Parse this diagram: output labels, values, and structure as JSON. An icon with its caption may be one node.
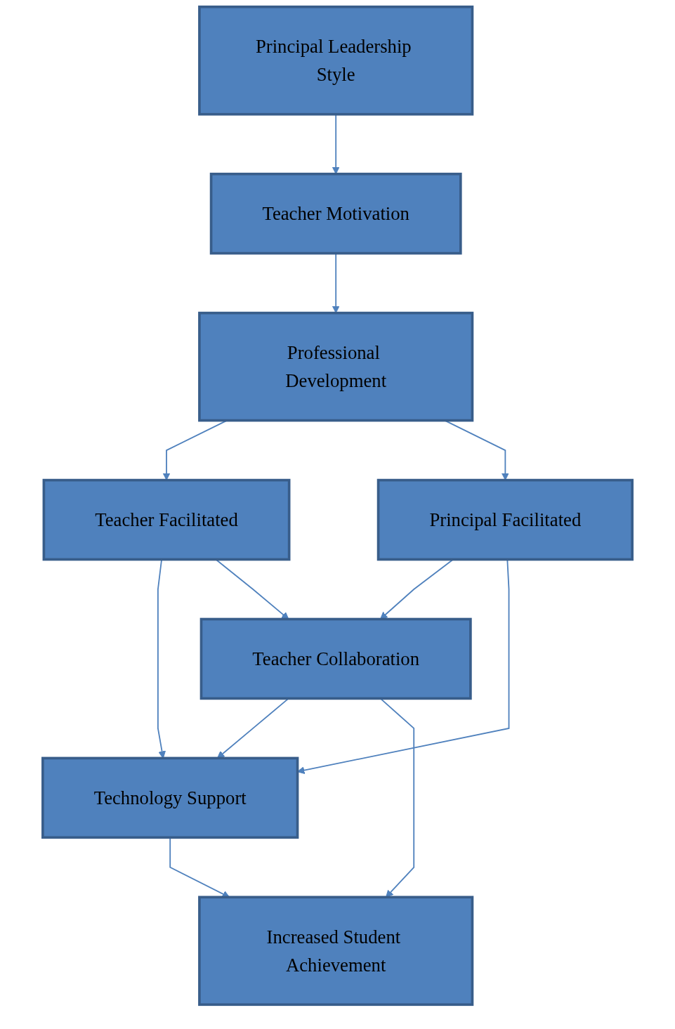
{
  "diagram": {
    "nodes": [
      {
        "text": [
          "Principal Leadership Style"
        ]
      },
      {
        "text": [
          "Teacher Motivation"
        ]
      },
      {
        "text": [
          "Professional Development"
        ]
      },
      {
        "text": [
          "Teacher Facilitated"
        ]
      },
      {
        "text": [
          "Principal Facilitated"
        ]
      },
      {
        "text": [
          "Teacher Collaboration"
        ]
      },
      {
        "text": [
          "Technology Support"
        ]
      },
      {
        "text": [
          "Increased Student Achievement"
        ]
      }
    ],
    "edges": [
      {
        "from": 0,
        "to": 1,
        "arrow": "to"
      },
      {
        "from": 1,
        "to": 2,
        "arrow": "to"
      },
      {
        "from": 2,
        "to": 3,
        "arrow": "to"
      },
      {
        "from": 2,
        "to": 4,
        "arrow": "to"
      },
      {
        "from": 3,
        "to": 6,
        "arrow": "to"
      },
      {
        "from": 4,
        "to": 5,
        "arrow": "to"
      },
      {
        "from": 3,
        "to": 5,
        "arrow": "to"
      },
      {
        "from": 4,
        "to": 6,
        "arrow": "to"
      },
      {
        "from": 5,
        "to": 6,
        "arrow": "to"
      },
      {
        "from": 5,
        "to": 7,
        "arrow": "to"
      },
      {
        "from": 6,
        "to": 7,
        "arrow": "to"
      }
    ]
  }
}
